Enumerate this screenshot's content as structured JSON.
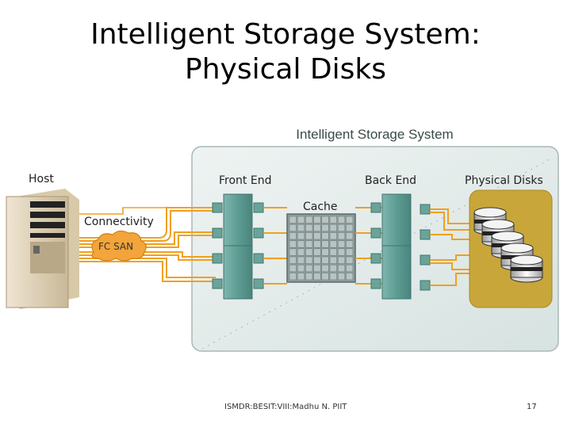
{
  "slide": {
    "title": "Intelligent Storage System: Physical Disks",
    "footer_text": "ISMDR:BESIT:VIII:Madhu N. PIIT",
    "page_number": "17"
  },
  "diagram": {
    "system_label": "Intelligent Storage System",
    "host_label": "Host",
    "front_end_label": "Front End",
    "back_end_label": "Back End",
    "physical_disks_label": "Physical Disks",
    "cache_label": "Cache",
    "connectivity_label": "Connectivity",
    "fc_san_label": "FC SAN",
    "colors": {
      "connector": "#f0a020",
      "system_fill": "#e3eceb",
      "controller": "#5d9c93",
      "disk_area": "#c8a63a"
    }
  }
}
